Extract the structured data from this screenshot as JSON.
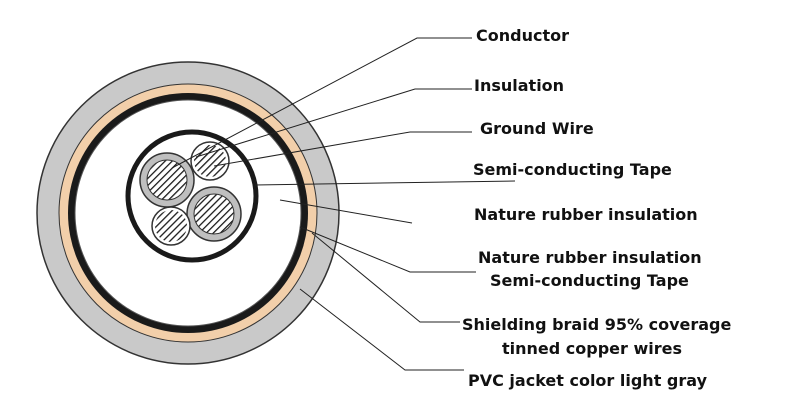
{
  "labels": {
    "conductor": "Conductor",
    "insulation": "Insulation",
    "ground_wire": "Ground Wire",
    "semi_tape_1": "Semi-conducting Tape",
    "rubber_1": "Nature rubber insulation",
    "rubber_2": "Nature rubber insulation",
    "semi_tape_2": "Semi-conducting Tape",
    "braid_line1": "Shielding braid 95% coverage",
    "braid_line2": "tinned copper wires",
    "jacket": "PVC jacket color light gray"
  },
  "colors": {
    "jacket": "#c9c9c9",
    "braid": "#f2cfaa",
    "semi_tape": "#1a1a1a",
    "outline": "#333333",
    "conductor_hatch": "#1a1a1a",
    "conductor_insulation": "#bfbfbf",
    "leader_line": "#222222"
  }
}
